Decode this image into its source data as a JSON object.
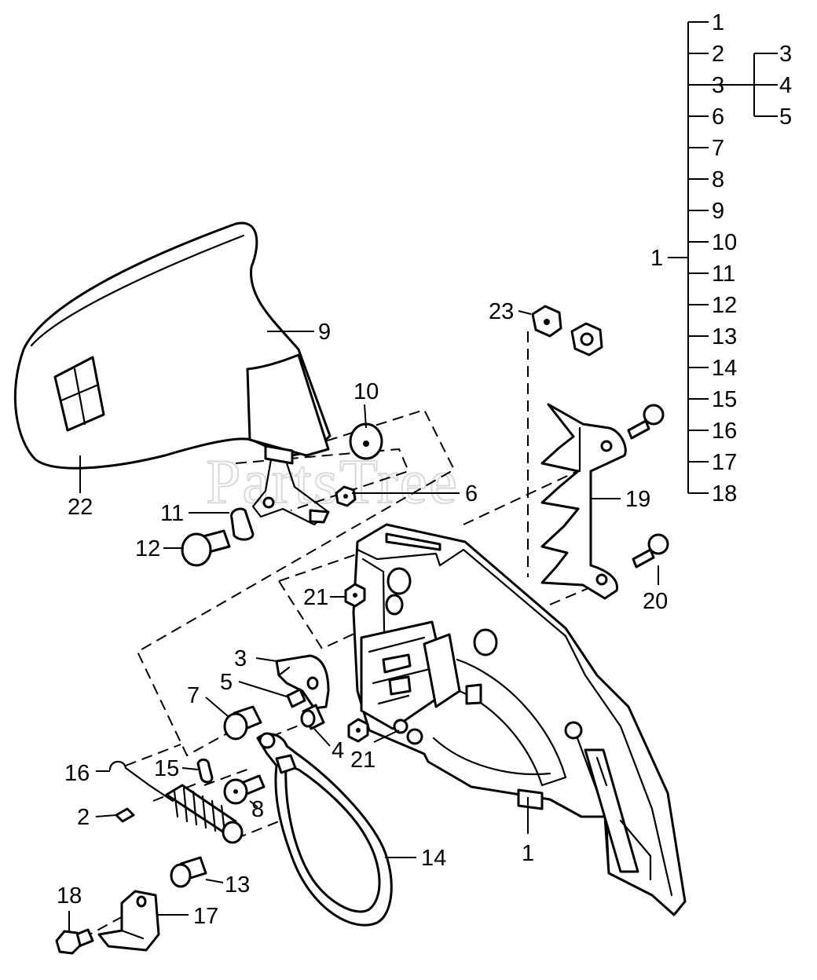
{
  "watermark": "PartsTree",
  "tree": {
    "root": "1",
    "items": [
      "1",
      "2",
      "3",
      "6",
      "7",
      "8",
      "9",
      "10",
      "11",
      "12",
      "13",
      "14",
      "15",
      "16",
      "17",
      "18"
    ],
    "sub_parent": "3",
    "sub_items": [
      "3",
      "4",
      "5"
    ]
  },
  "callouts": {
    "c1": "1",
    "c2": "2",
    "c3": "3",
    "c4": "4",
    "c5": "5",
    "c6": "6",
    "c7": "7",
    "c8": "8",
    "c9": "9",
    "c10": "10",
    "c11": "11",
    "c12": "12",
    "c13": "13",
    "c14": "14",
    "c15": "15",
    "c16": "16",
    "c17": "17",
    "c18": "18",
    "c19": "19",
    "c20": "20",
    "c21a": "21",
    "c21b": "21",
    "c22": "22",
    "c23": "23"
  }
}
